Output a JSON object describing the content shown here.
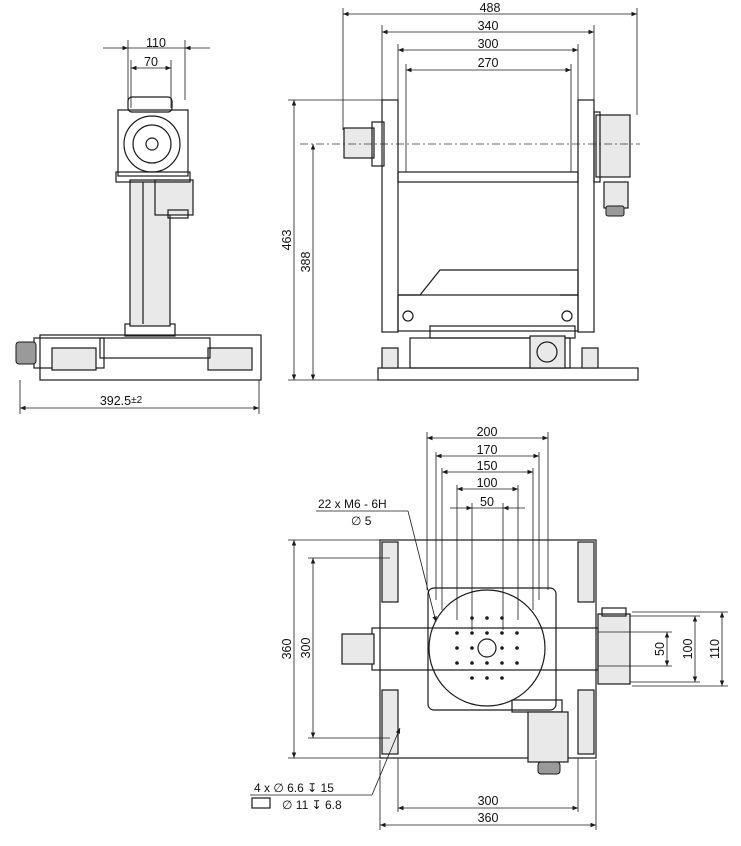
{
  "side_view": {
    "width_top": "110",
    "width_inner": "70",
    "base_length": "392.5",
    "base_tolerance": "±2"
  },
  "front_view": {
    "overall_width": "488",
    "frame_outer": "340",
    "frame_inner": "300",
    "plate_width": "270",
    "overall_height": "463",
    "axis_height": "388"
  },
  "top_view": {
    "hole_span_200": "200",
    "hole_span_170": "170",
    "hole_span_150": "150",
    "hole_span_100": "100",
    "hole_span_50": "50",
    "height_360": "360",
    "height_300": "300",
    "right_50": "50",
    "right_100": "100",
    "right_110": "110",
    "bottom_300": "300",
    "bottom_360": "360",
    "thread_note_line1": "22 x  M6 - 6H",
    "thread_note_line2": "∅ 5",
    "mount_note_line1": "4 x ∅ 6.6 ↧ 15",
    "mount_note_line2": "∅ 11 ↧ 6.8"
  }
}
